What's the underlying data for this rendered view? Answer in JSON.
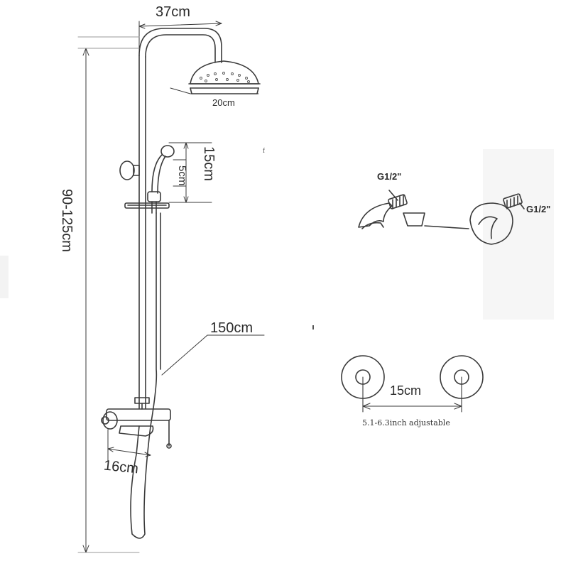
{
  "dimensions": {
    "arm_length": "37cm",
    "head_diameter": "20cm",
    "handheld_height": "15cm",
    "handheld_offset": "5cm",
    "total_height": "90-125cm",
    "hose_length": "150cm",
    "spout_length": "16cm"
  },
  "connections": {
    "left_thread": "G1/2\"",
    "right_thread": "G1/2\"",
    "center_spacing": "15cm",
    "adjustable_note": "5.1-6.3inch adjustable"
  },
  "colors": {
    "line": "#3a3a3a",
    "light_line": "#9a9a9a",
    "ghost": "#f2f2f2"
  }
}
